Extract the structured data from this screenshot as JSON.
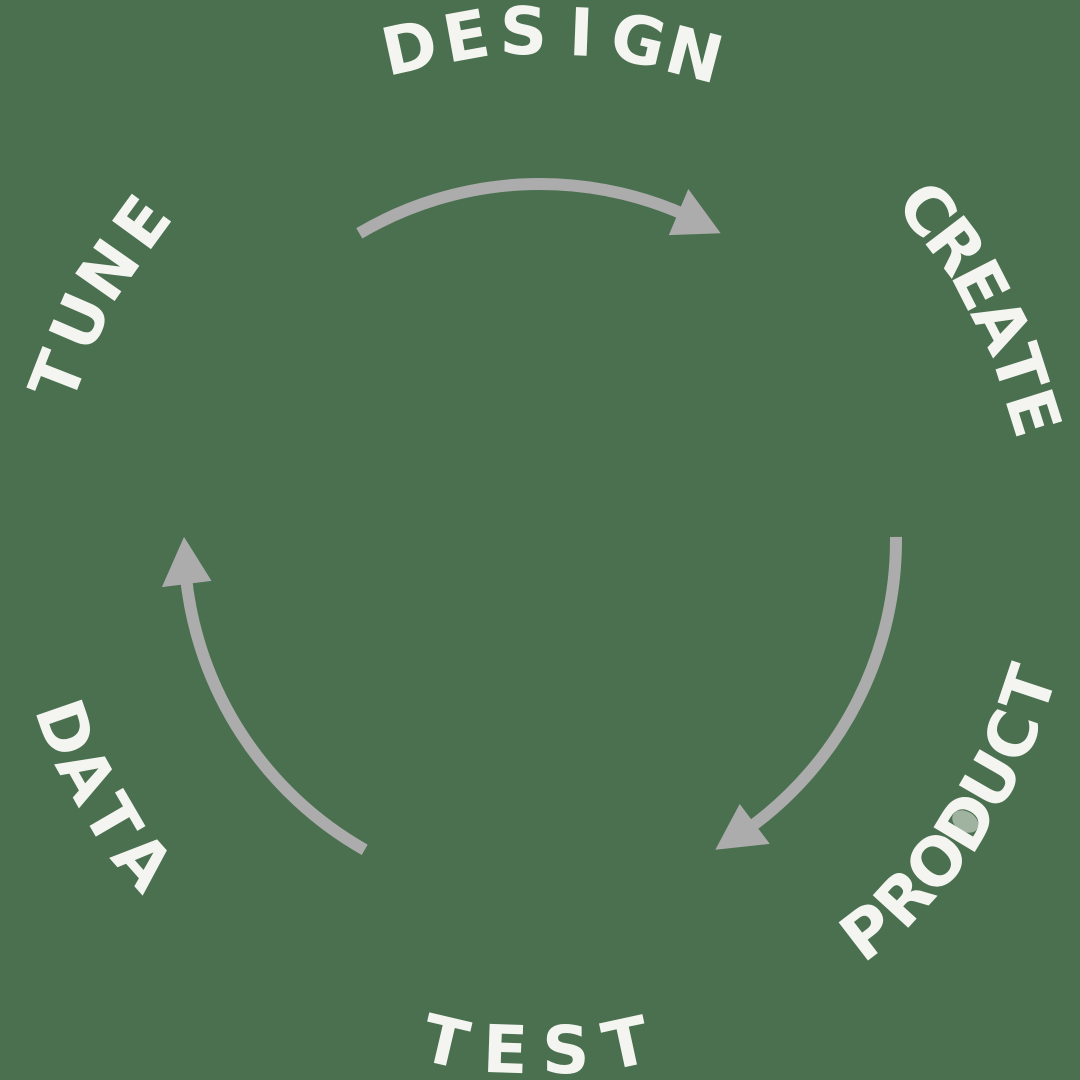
{
  "diagram": {
    "background_color": "#4A7050",
    "text_color": "#F4F5F0",
    "arrow_color": "#ACACAC",
    "labels": [
      {
        "text": "DESIGN",
        "angle_deg": 1.4,
        "letter_step_deg": 6.5,
        "flip": false
      },
      {
        "text": "CREATE",
        "angle_deg": 62.5,
        "letter_step_deg": 5.2,
        "flip": false
      },
      {
        "text": "PRODUCT",
        "angle_deg": 123.5,
        "letter_step_deg": 5.5,
        "flip": true
      },
      {
        "text": "TEST",
        "angle_deg": 180.5,
        "letter_step_deg": 6.8,
        "flip": true
      },
      {
        "text": "DATA",
        "angle_deg": 239.7,
        "letter_step_deg": 5.8,
        "flip": true
      },
      {
        "text": "TUNE",
        "angle_deg": 298.7,
        "letter_step_deg": 6.6,
        "flip": false
      }
    ],
    "arrows": [
      {
        "name": "design-to-create",
        "start_deg": -30.5,
        "end_deg": 30.5
      },
      {
        "name": "create-to-test",
        "start_deg": 89.5,
        "end_deg": 150.5
      },
      {
        "name": "test-to-tune",
        "start_deg": 209.5,
        "end_deg": 270.5
      }
    ],
    "halftone_counter": {
      "word": "PRODUCT",
      "letter_index": 3,
      "opacity": 0.5
    }
  }
}
